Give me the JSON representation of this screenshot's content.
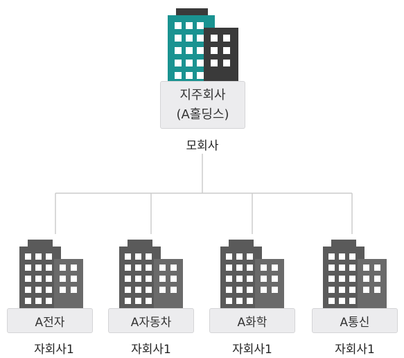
{
  "parent": {
    "title_line1": "지주회사",
    "title_line2": "(A홀딩스)",
    "caption": "모회사",
    "icon": "building-icon",
    "color_main": "#1a9391",
    "color_side": "#3a3a3a"
  },
  "children": [
    {
      "name": "A전자",
      "caption": "자회사1",
      "icon": "building-icon"
    },
    {
      "name": "A자동차",
      "caption": "자회사1",
      "icon": "building-icon"
    },
    {
      "name": "A화학",
      "caption": "자회사1",
      "icon": "building-icon"
    },
    {
      "name": "A통신",
      "caption": "자회사1",
      "icon": "building-icon"
    }
  ],
  "colors": {
    "child_building": "#5a5a5a",
    "child_side": "#6a6a6a",
    "connector": "#cccccc",
    "box_fill": "#ececee"
  }
}
